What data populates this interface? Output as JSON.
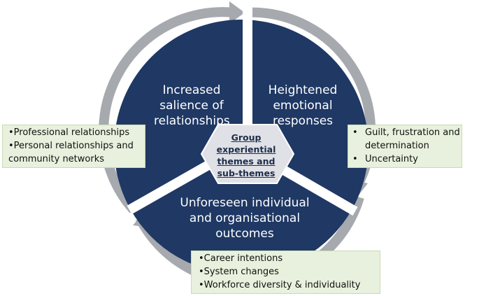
{
  "hub": {
    "lines": [
      "Group",
      "experiential",
      "themes and",
      "sub-themes"
    ]
  },
  "themes": [
    {
      "id": "relationships",
      "lines": [
        "Increased",
        "salience of",
        "relationships"
      ]
    },
    {
      "id": "emotional",
      "lines": [
        "Heightened",
        "emotional",
        "responses"
      ]
    },
    {
      "id": "outcomes",
      "lines": [
        "Unforeseen individual",
        "and organisational",
        "outcomes"
      ]
    }
  ],
  "subthemes": {
    "relationships": [
      "•Professional relationships",
      "•Personal relationships and",
      "community networks"
    ],
    "emotional": [
      "•",
      "Guilt, frustration and",
      "determination",
      "•",
      "Uncertainty"
    ],
    "outcomes": [
      "•Career intentions",
      "•System changes",
      "•Workforce diversity & individuality"
    ]
  },
  "colors": {
    "segment_fill": "#1f3864",
    "ring_arrow": "#a6a9ae",
    "hub_fill": "#dfe1e6",
    "box_fill": "#e8f1dd",
    "box_border": "#c9dbb5"
  }
}
